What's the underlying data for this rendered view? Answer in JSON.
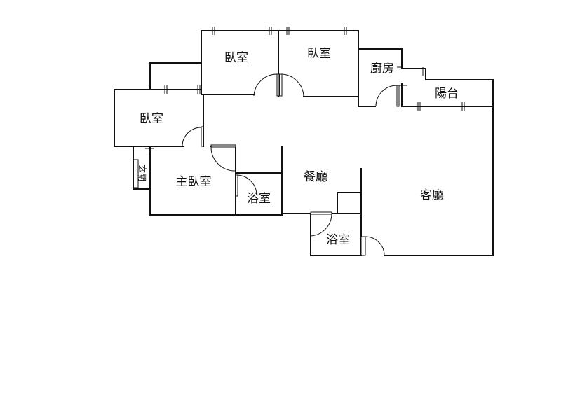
{
  "rooms": {
    "bedroom_top_left": "臥室",
    "bedroom_top_right": "臥室",
    "bedroom_left": "臥室",
    "master_bedroom": "主臥室",
    "kitchen": "廚房",
    "balcony": "陽台",
    "dining_room": "餐廳",
    "living_room": "客廳",
    "bathroom_master": "浴室",
    "bathroom_main": "浴室",
    "entrance": "玄關"
  }
}
